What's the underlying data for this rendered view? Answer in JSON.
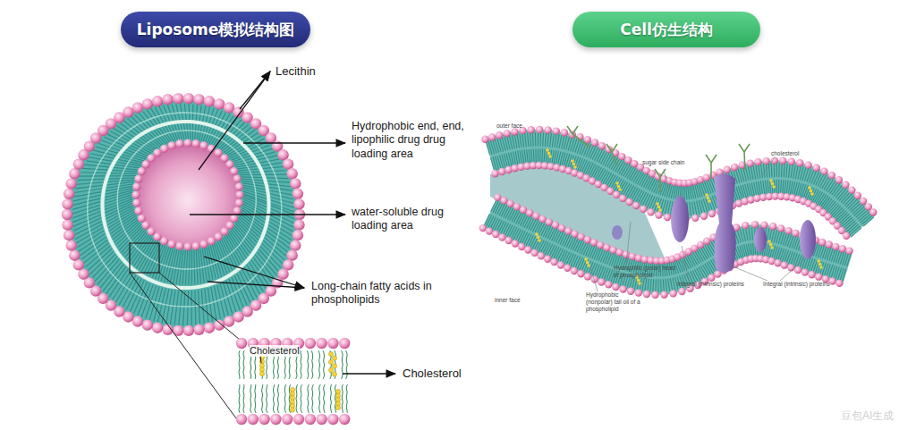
{
  "diagram": {
    "nodes": [
      {
        "text": [
          "Liposome模拟结构图"
        ]
      },
      {
        "text": [
          "Cell仿生结构"
        ]
      }
    ],
    "labels": [
      "Lecithin",
      "Hydrophobic end, end, lipophilic drug drug loading area",
      "water-soluble drug loading area",
      "Long-chain fatty acids in phospholipids",
      "Cholesterol",
      "Cholesterol",
      "outer face",
      "sugar side chain",
      "cholesterol",
      "Hydrophilic (polar) head of phospholipid",
      "Hydrophobic (nonpolar) tail oil of a phospholipid",
      "Integral (intrinsic) proteins",
      "Integral (intrinsic) proteins",
      "inner face",
      "豆包AI生成"
    ]
  }
}
